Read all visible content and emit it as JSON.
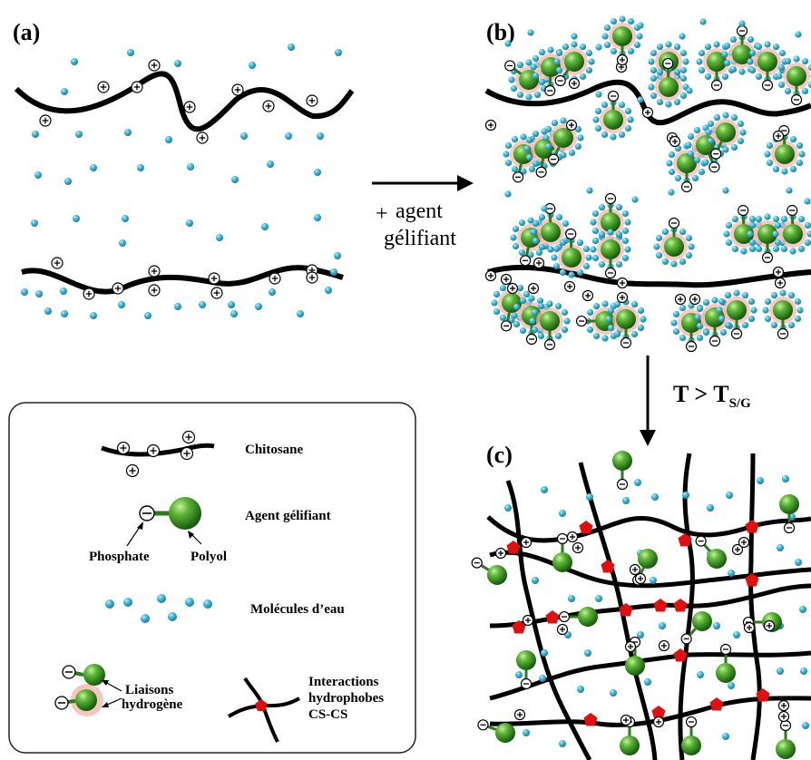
{
  "panels": {
    "a": "(a)",
    "b": "(b)",
    "c": "(c)"
  },
  "arrow_ab": {
    "plus": "+",
    "line1": "agent",
    "line2": "gélifiant"
  },
  "arrow_bc": {
    "prefix": "T > T",
    "subscript": "S/G"
  },
  "legend": {
    "chitosane": "Chitosane",
    "agent_gelifiant": "Agent gélifiant",
    "phosphate": "Phosphate",
    "polyol": "Polyol",
    "molecules_eau": "Molécules d’eau",
    "liaisons": [
      "Liaisons",
      "hydrogène"
    ],
    "interactions": [
      "Interactions",
      "hydrophobes",
      "CS-CS"
    ]
  },
  "colors": {
    "chain": "#000000",
    "water": "#3ab4d4",
    "sphere": "#2e8b22",
    "halo": "#f4b6b0",
    "crosslink": "#e01010"
  }
}
